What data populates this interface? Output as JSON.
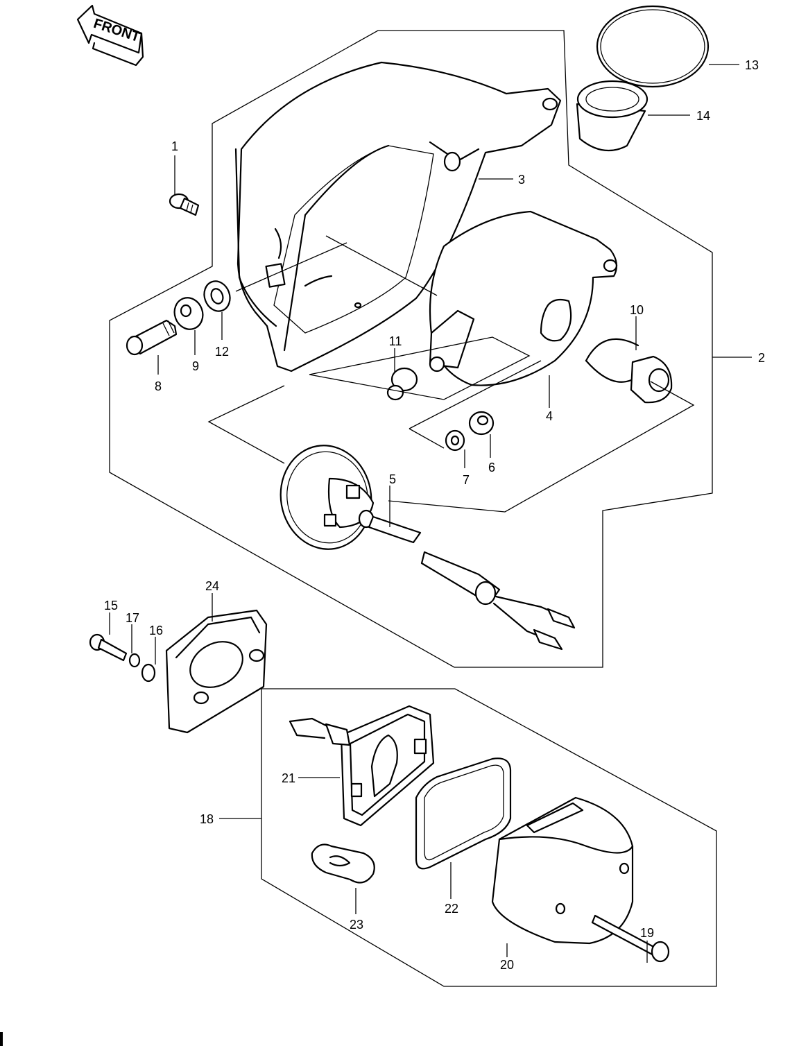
{
  "front_label": "FRONT",
  "labels": {
    "p1": "1",
    "p2": "2",
    "p3": "3",
    "p4": "4",
    "p5": "5",
    "p6": "6",
    "p7": "7",
    "p8": "8",
    "p9": "9",
    "p10": "10",
    "p11": "11",
    "p12": "12",
    "p13": "13",
    "p14": "14",
    "p15": "15",
    "p16": "16",
    "p17": "17",
    "p18": "18",
    "p19": "19",
    "p20": "20",
    "p21": "21",
    "p22": "22",
    "p23": "23",
    "p24": "24"
  }
}
